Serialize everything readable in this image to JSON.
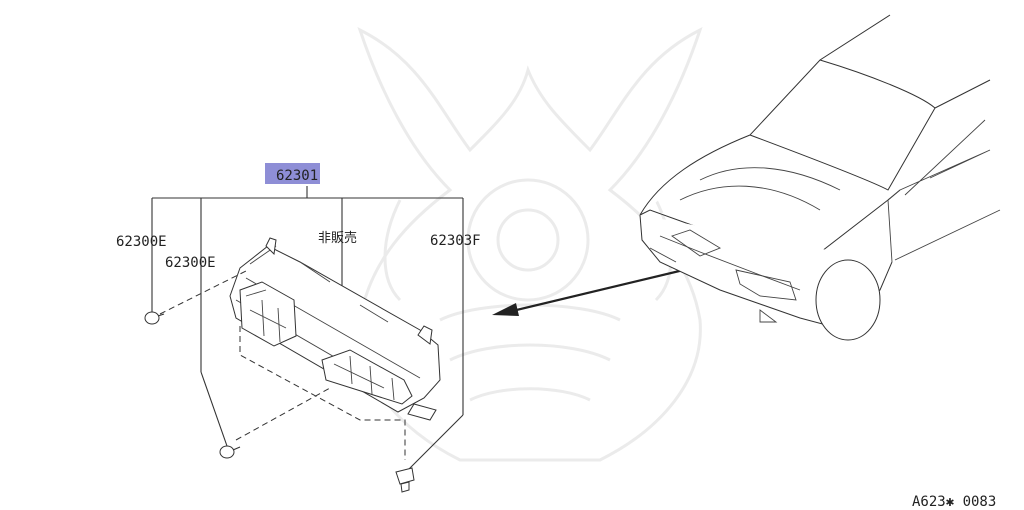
{
  "diagram": {
    "main_part_number": "62301",
    "highlight_color": "#8e8ed6",
    "callouts": {
      "left_clip": "62300E",
      "lower_clip": "62300E",
      "not_sold": "非販売",
      "right_clip": "62303F"
    },
    "diagram_code": "A623✱ 0083"
  }
}
